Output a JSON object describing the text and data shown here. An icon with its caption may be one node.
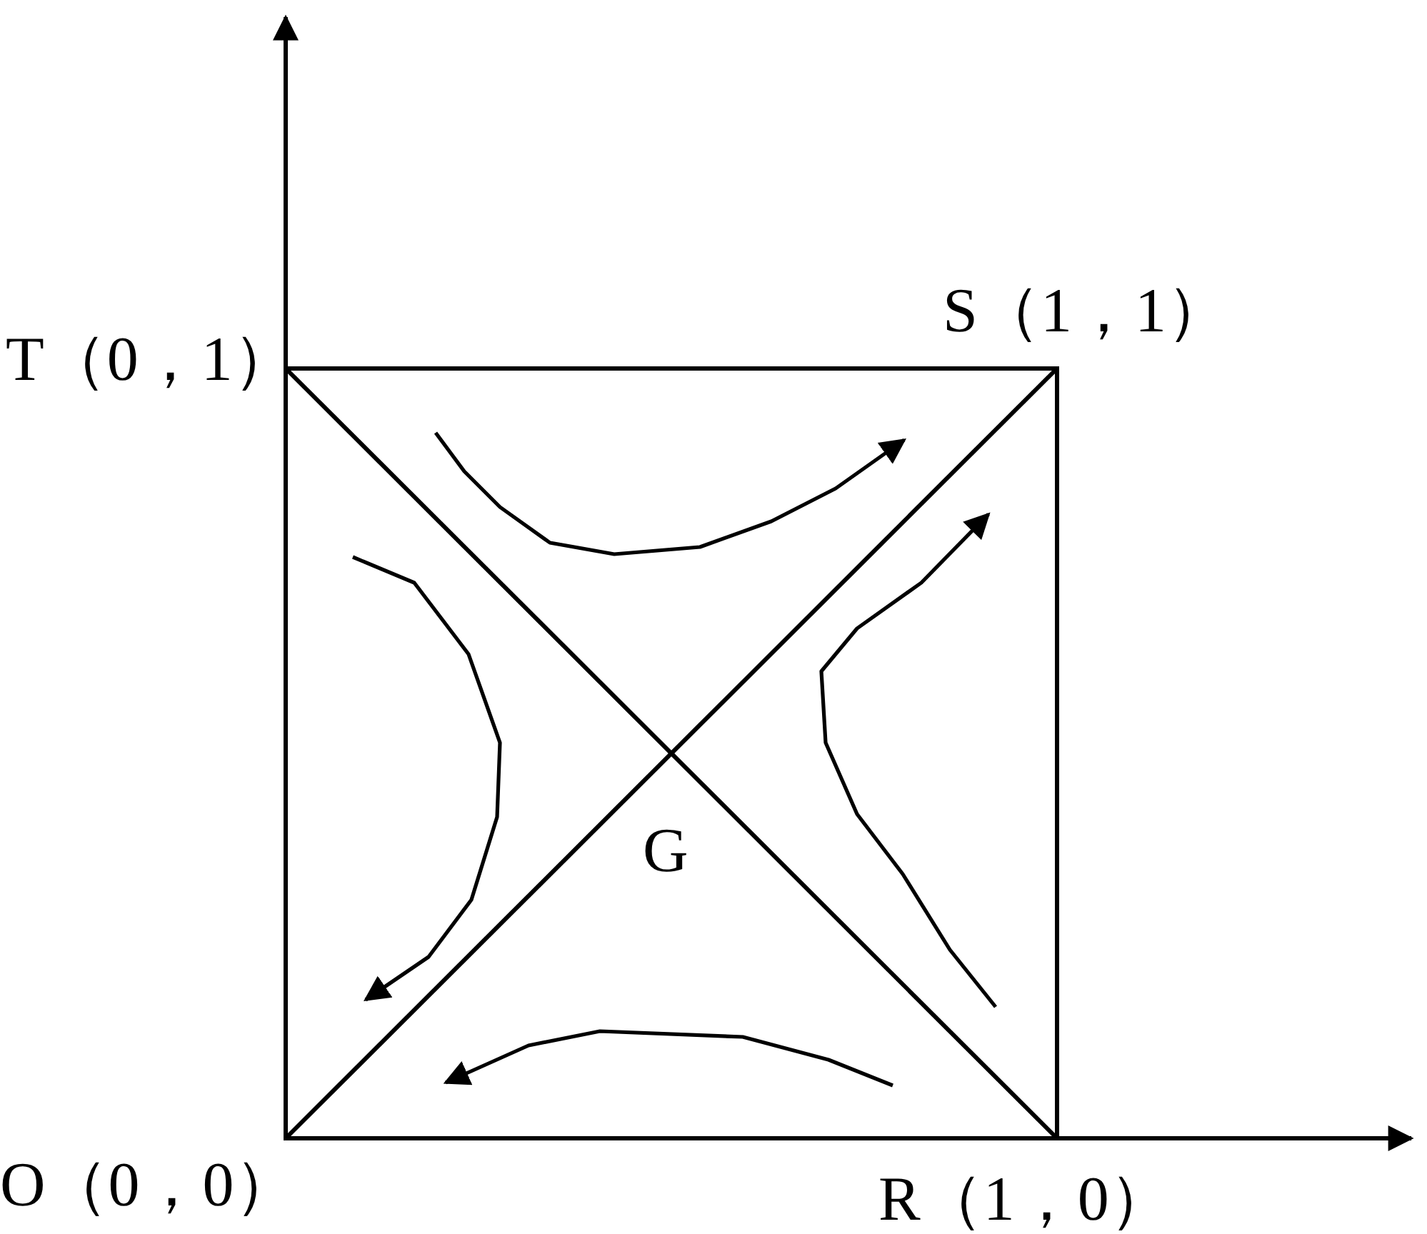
{
  "diagram": {
    "labels": [
      "S（1，1）",
      "T（0，1）",
      "G",
      "O（0，0）",
      "R（1，0）"
    ]
  }
}
